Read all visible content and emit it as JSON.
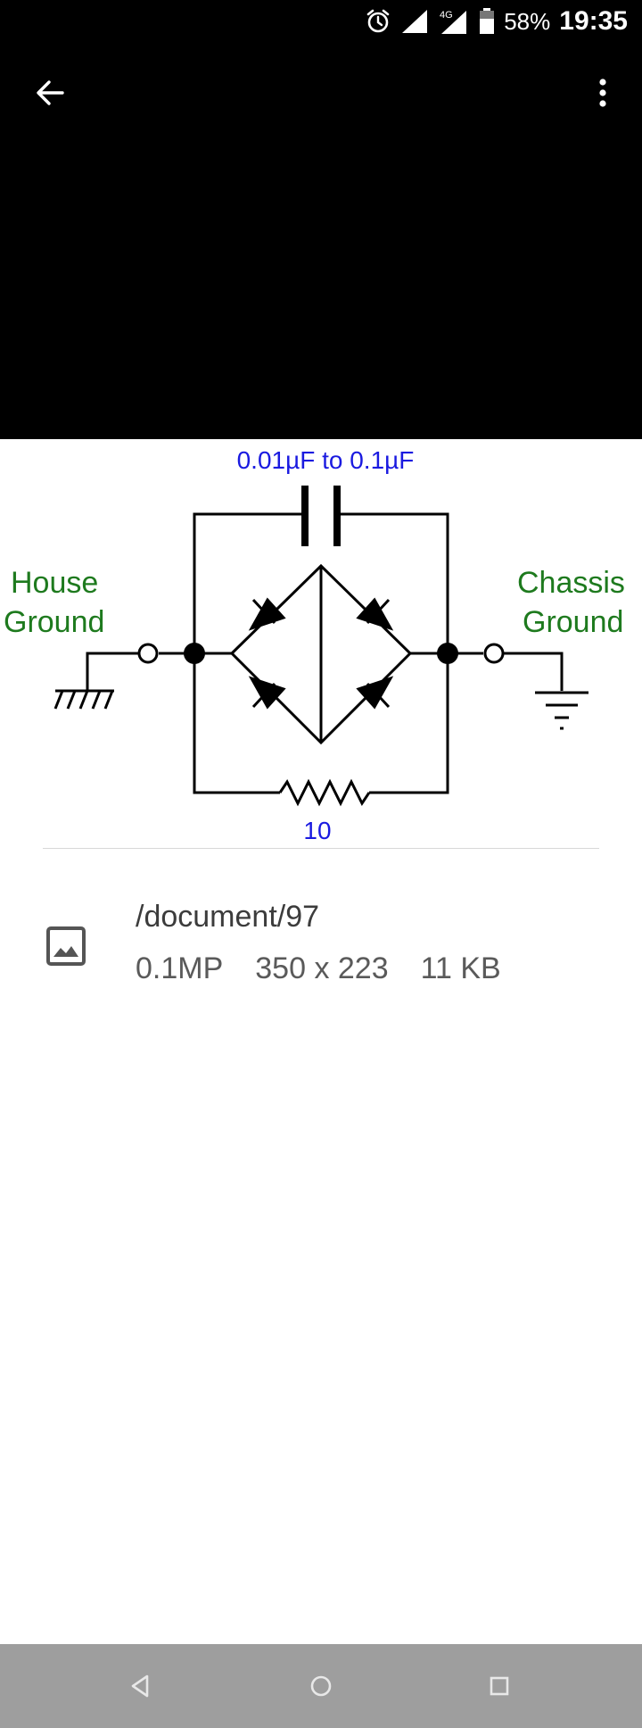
{
  "status_bar": {
    "network_label": "4G",
    "battery": "58%",
    "time": "19:35"
  },
  "toolbar": {
    "back_icon": "arrow-left-icon",
    "more_icon": "more-vert-icon"
  },
  "image": {
    "capacitor_label": "0.01µF to 0.1µF",
    "left_label_line1": "House",
    "left_label_line2": "Ground",
    "right_label_line1": "Chassis",
    "right_label_line2": "Ground",
    "resistor_label": "10",
    "colors": {
      "value_labels": "#1a1ae0",
      "ground_labels": "#1e7a1e",
      "wires": "#000000"
    }
  },
  "details": {
    "icon": "image-icon",
    "path": "/document/97",
    "megapixels": "0.1MP",
    "dimensions": "350 x 223",
    "size": "11 KB"
  },
  "nav_bar": {
    "back_icon": "triangle-back-icon",
    "home_icon": "circle-home-icon",
    "recents_icon": "square-recents-icon"
  }
}
